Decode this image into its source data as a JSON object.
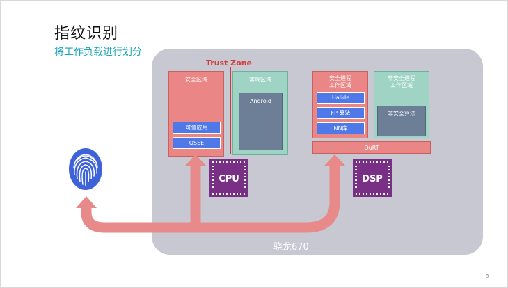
{
  "slide": {
    "title": "指纹识别",
    "subtitle": "将工作负载进行划分",
    "page_number": "5"
  },
  "diagram": {
    "trust_zone_label": "Trust Zone",
    "secure_region": {
      "title": "安全区域",
      "items": [
        "可信应用",
        "QSEE"
      ]
    },
    "normal_region": {
      "title": "常规区域",
      "os": "Android"
    },
    "secure_process": {
      "title_line1": "安全进程",
      "title_line2": "工作区域",
      "items": [
        "Halide",
        "FP 算法",
        "NN库"
      ]
    },
    "nonsecure_process": {
      "title_line1": "非安全进程",
      "title_line2": "工作区域",
      "item": "非安全算法"
    },
    "qurt_label": "QuRT",
    "cpu_label": "CPU",
    "dsp_label": "DSP",
    "soc_label": "骁龙670",
    "colors": {
      "accent_teal": "#1aa6b7",
      "secure_red": "#ea8686",
      "normal_green": "#9fd3c3",
      "block_blue": "#4f78e8",
      "chip_purple": "#7a2f86",
      "arrow_pink": "#e88a8a",
      "soc_gray": "#c8c8d3",
      "trustzone_red": "#d13c3c"
    },
    "icons": [
      "fingerprint-icon",
      "cpu-chip-icon",
      "dsp-chip-icon"
    ]
  }
}
